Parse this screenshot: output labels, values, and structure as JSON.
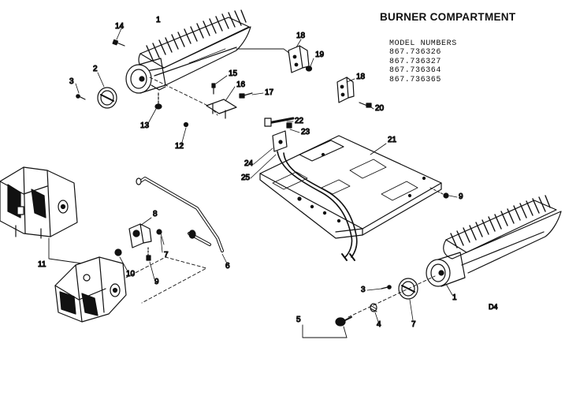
{
  "header": {
    "title": "BURNER COMPARTMENT",
    "models_label": "MODEL NUMBERS",
    "model_numbers": [
      "867.736326",
      "867.736327",
      "867.736364",
      "867.736365"
    ]
  },
  "callouts": {
    "c1a": "1",
    "c14": "14",
    "c2": "2",
    "c3a": "3",
    "c13": "13",
    "c12": "12",
    "c15": "15",
    "c16": "16",
    "c17": "17",
    "c18a": "18",
    "c19": "19",
    "c18b": "18",
    "c20": "20",
    "c22": "22",
    "c23": "23",
    "c21": "21",
    "c24": "24",
    "c25": "25",
    "c9a": "9",
    "c8": "8",
    "c7a": "7",
    "c10": "10",
    "c9b": "9",
    "c6": "6",
    "c11": "11",
    "c3b": "3",
    "c4": "4",
    "c7b": "7",
    "c1b": "1",
    "c5": "5"
  },
  "diagram_code": "D4",
  "colors": {
    "ink": "#111111",
    "paper": "#ffffff"
  }
}
